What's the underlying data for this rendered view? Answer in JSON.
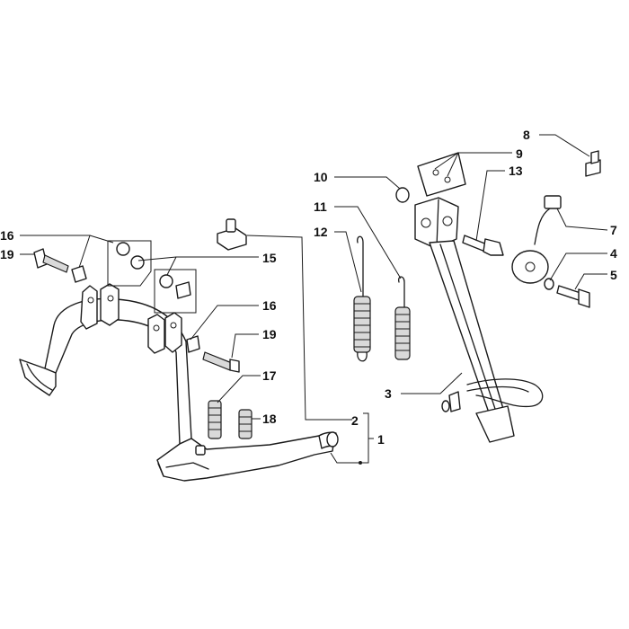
{
  "diagram": {
    "callouts": [
      {
        "id": "c1",
        "text": "1"
      },
      {
        "id": "c2",
        "text": "2"
      },
      {
        "id": "c3",
        "text": "3"
      },
      {
        "id": "c4",
        "text": "4"
      },
      {
        "id": "c5",
        "text": "5"
      },
      {
        "id": "c7",
        "text": "7"
      },
      {
        "id": "c8",
        "text": "8"
      },
      {
        "id": "c9",
        "text": "9"
      },
      {
        "id": "c10",
        "text": "10"
      },
      {
        "id": "c11",
        "text": "11"
      },
      {
        "id": "c12",
        "text": "12"
      },
      {
        "id": "c13",
        "text": "13"
      },
      {
        "id": "c15",
        "text": "15"
      },
      {
        "id": "c16a",
        "text": "16"
      },
      {
        "id": "c16b",
        "text": "16"
      },
      {
        "id": "c17",
        "text": "17"
      },
      {
        "id": "c18",
        "text": "18"
      },
      {
        "id": "c19a",
        "text": "19"
      },
      {
        "id": "c19b",
        "text": "19"
      }
    ]
  }
}
